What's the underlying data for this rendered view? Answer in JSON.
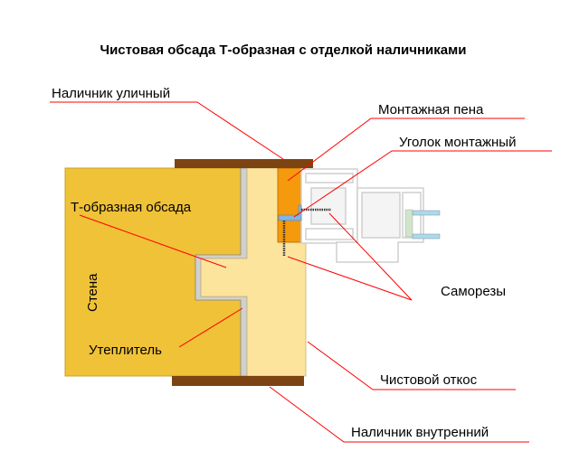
{
  "title": "Чистовая обсада Т-образная с отделкой наличниками",
  "labels": {
    "outer_trim": "Наличник уличный",
    "foam": "Монтажная пена",
    "bracket": "Уголок монтажный",
    "casing": "Т-образная обсада",
    "wall": "Стена",
    "screws": "Саморезы",
    "insulation": "Утеплитель",
    "finish_slope": "Чистовой откос",
    "inner_trim": "Наличник внутренний"
  },
  "colors": {
    "wall": "#f0c238",
    "casing": "#fde49c",
    "trim": "#7b4412",
    "foam": "#f59a0c",
    "leader": "#ff0000",
    "bracket": "#7fb4e6"
  }
}
